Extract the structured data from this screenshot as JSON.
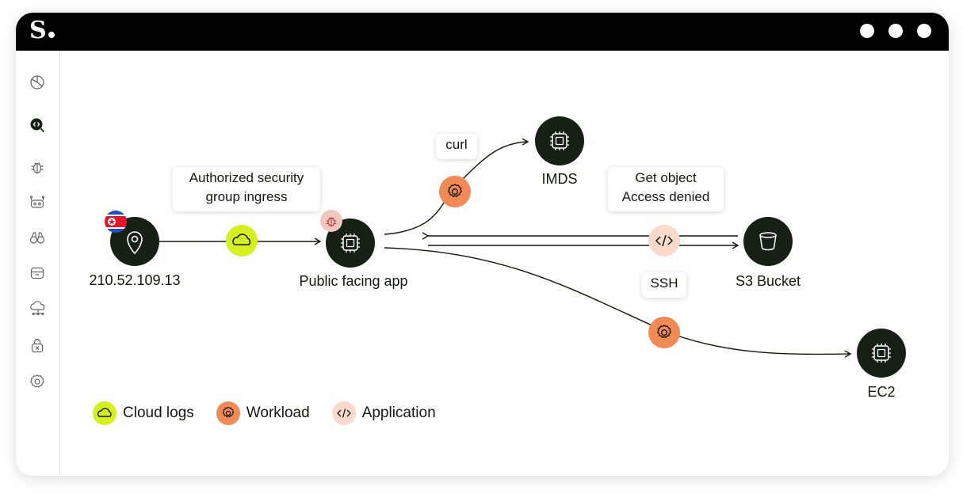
{
  "app": {
    "logo": "S"
  },
  "window_controls": [
    "dot",
    "dot",
    "dot"
  ],
  "sidebar": {
    "items": [
      {
        "icon": "pie-chart-icon"
      },
      {
        "icon": "code-search-icon",
        "active": true
      },
      {
        "icon": "bug-icon"
      },
      {
        "icon": "robot-icon"
      },
      {
        "icon": "binoculars-icon"
      },
      {
        "icon": "archive-icon"
      },
      {
        "icon": "cloud-network-icon"
      },
      {
        "icon": "lock-icon"
      },
      {
        "icon": "settings-icon"
      }
    ]
  },
  "graph": {
    "nodes": {
      "source": {
        "label": "210.52.109.13",
        "icon": "location-pin-icon",
        "flag": "north-korea-flag-icon"
      },
      "app": {
        "label": "Public facing app",
        "icon": "chip-icon",
        "badge": "bug-icon"
      },
      "imds": {
        "label": "IMDS",
        "icon": "chip-icon"
      },
      "s3": {
        "label": "S3 Bucket",
        "icon": "bucket-icon"
      },
      "ec2": {
        "label": "EC2",
        "icon": "chip-icon"
      }
    },
    "edges": {
      "ingress": {
        "line1": "Authorized security",
        "line2": "group ingress",
        "type": "cloud-logs"
      },
      "curl": {
        "label": "curl",
        "type": "workload"
      },
      "s3_access": {
        "line1": "Get object",
        "line2": "Access denied",
        "type": "application"
      },
      "ssh": {
        "label": "SSH",
        "type": "workload"
      }
    }
  },
  "legend": {
    "cloud_logs": "Cloud logs",
    "workload": "Workload",
    "application": "Application"
  },
  "colors": {
    "node_bg": "#162015",
    "cloud_logs": "#d6f01f",
    "workload": "#f28a56",
    "application": "#fbd9cb",
    "bug_badge": "#f1c7c0"
  }
}
